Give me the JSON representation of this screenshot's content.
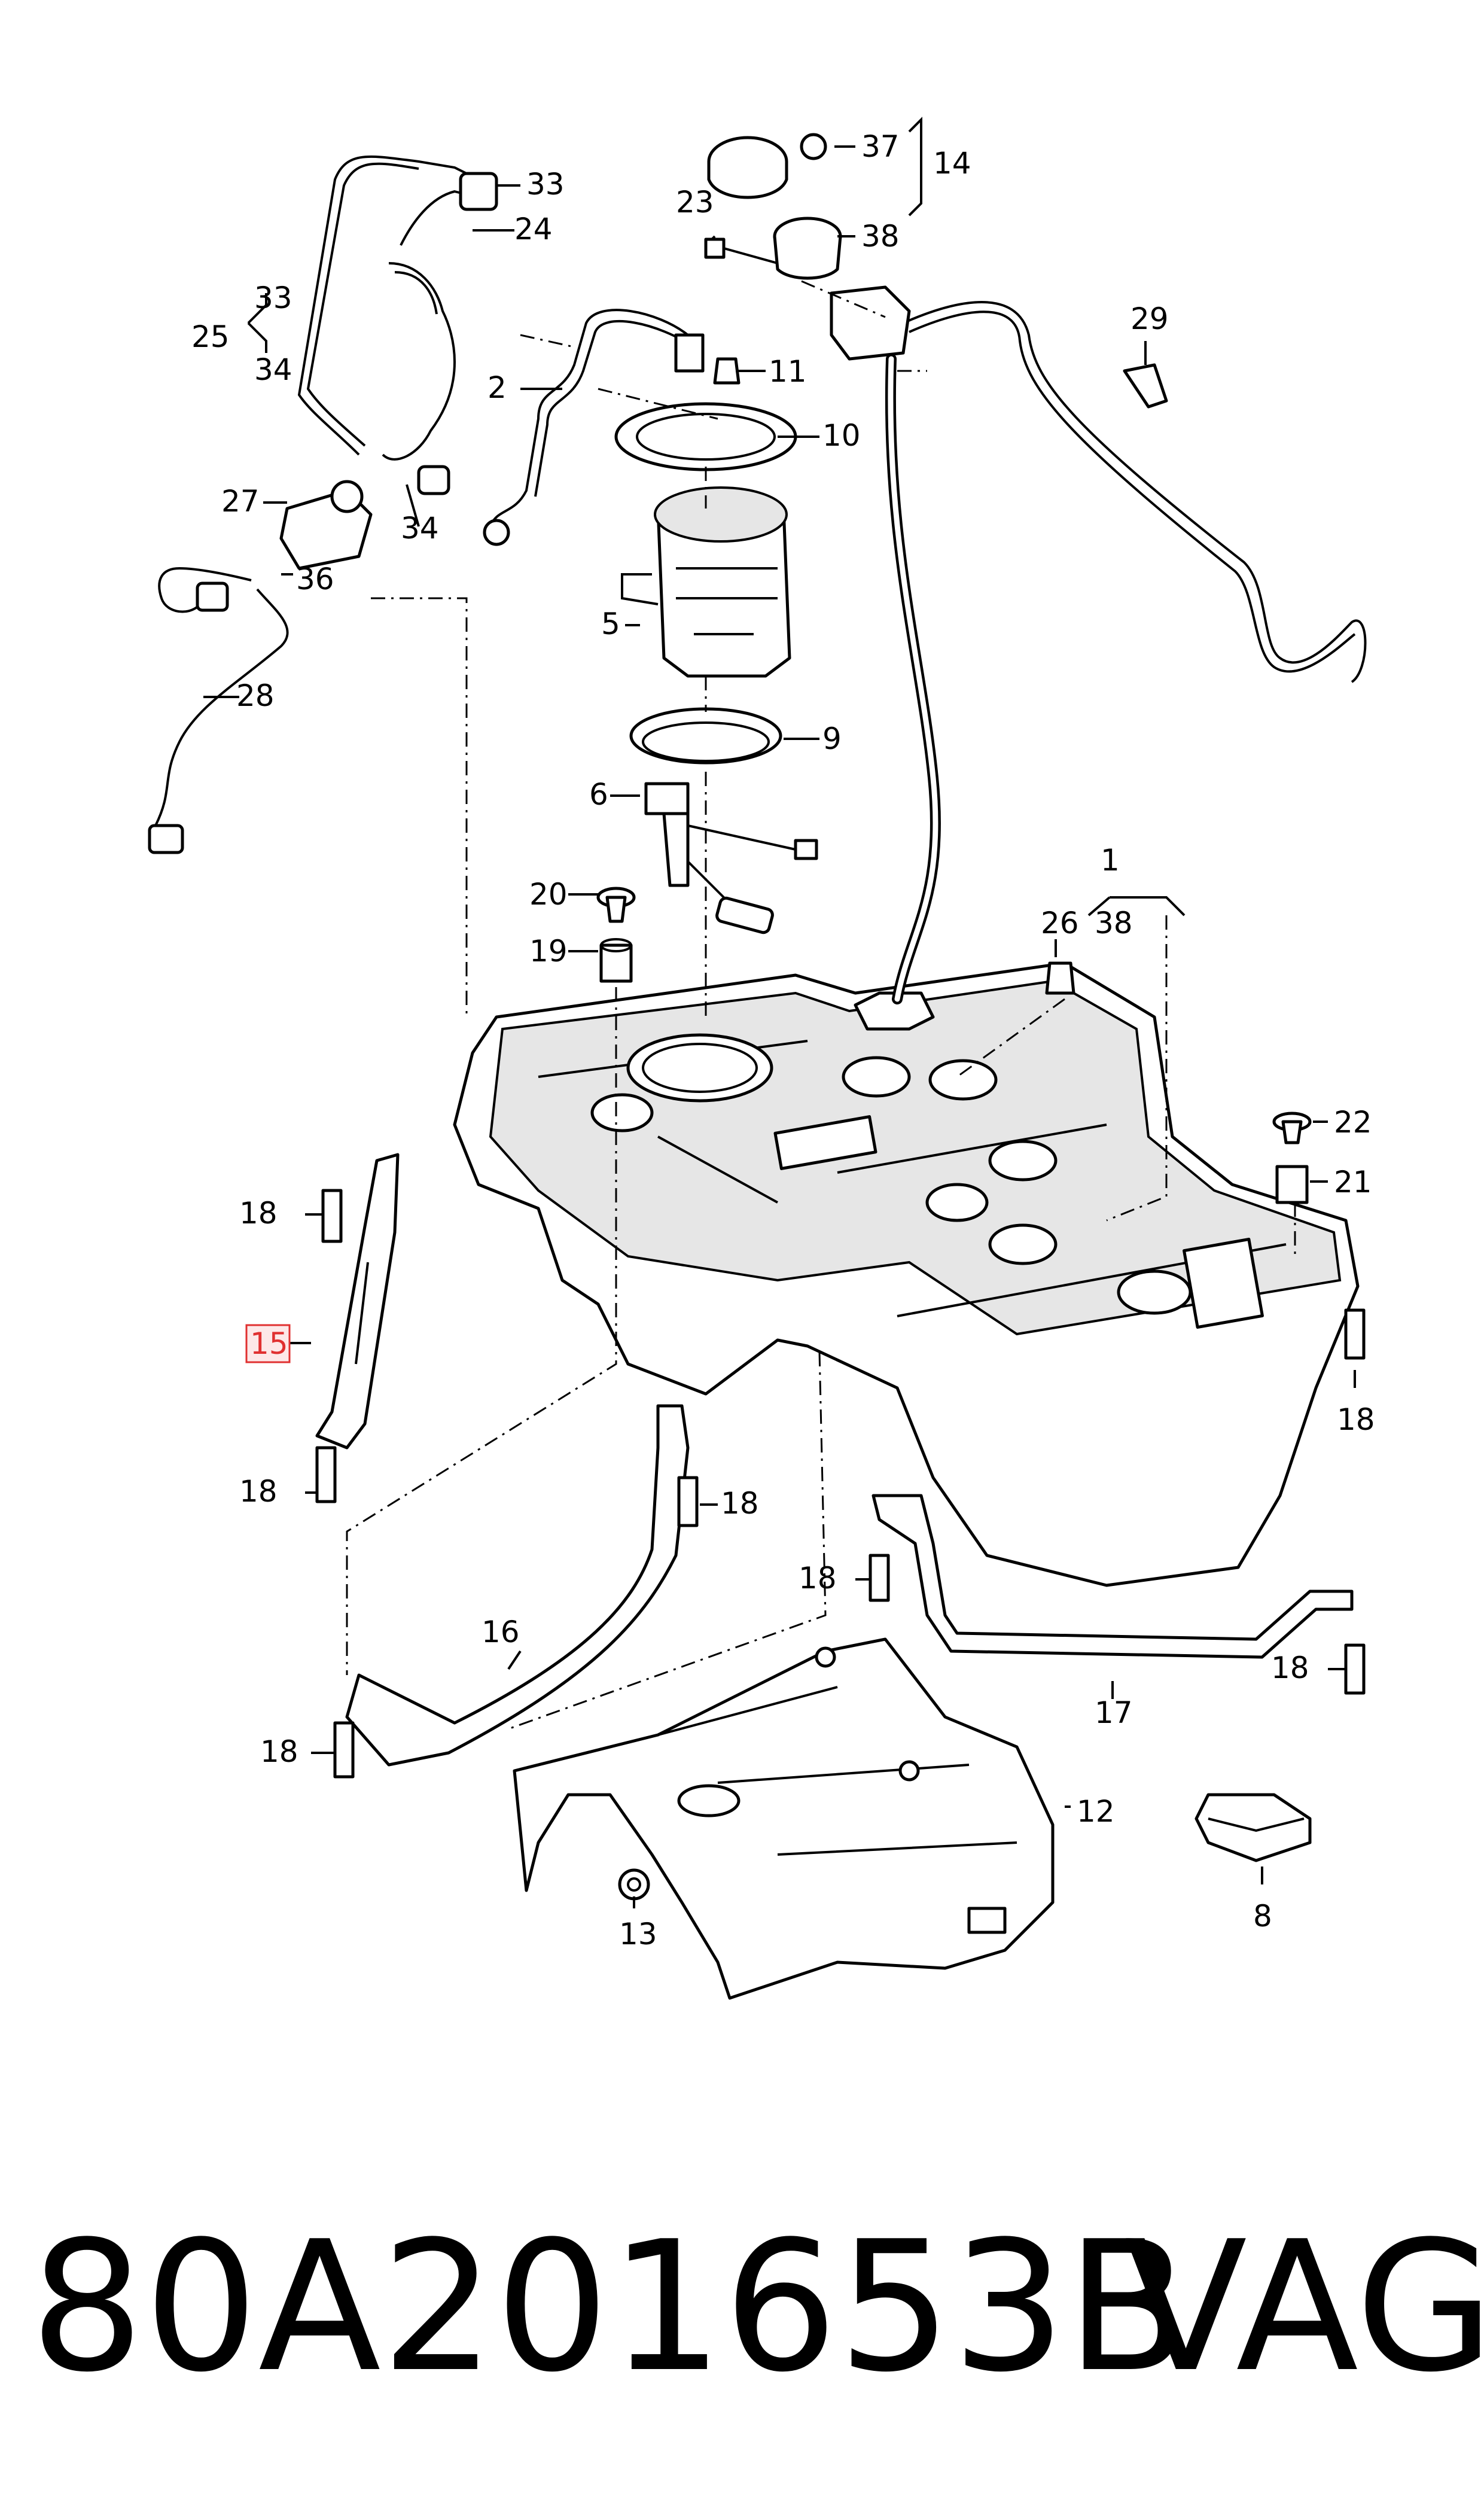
{
  "labels": [
    {
      "id": "l33a",
      "text": "33"
    },
    {
      "id": "l24",
      "text": "24"
    },
    {
      "id": "l33b",
      "text": "33"
    },
    {
      "id": "l25",
      "text": "25"
    },
    {
      "id": "l34a",
      "text": "34"
    },
    {
      "id": "l27",
      "text": "27"
    },
    {
      "id": "l34b",
      "text": "34"
    },
    {
      "id": "l36",
      "text": "36"
    },
    {
      "id": "l28",
      "text": "28"
    },
    {
      "id": "l2",
      "text": "2"
    },
    {
      "id": "l11",
      "text": "11"
    },
    {
      "id": "l10",
      "text": "10"
    },
    {
      "id": "l5",
      "text": "5"
    },
    {
      "id": "l9",
      "text": "9"
    },
    {
      "id": "l6",
      "text": "6"
    },
    {
      "id": "l20",
      "text": "20"
    },
    {
      "id": "l19",
      "text": "19"
    },
    {
      "id": "l23",
      "text": "23"
    },
    {
      "id": "l37",
      "text": "37"
    },
    {
      "id": "l14",
      "text": "14"
    },
    {
      "id": "l38a",
      "text": "38"
    },
    {
      "id": "l29",
      "text": "29"
    },
    {
      "id": "l1",
      "text": "1"
    },
    {
      "id": "l26",
      "text": "26"
    },
    {
      "id": "l38b",
      "text": "38"
    },
    {
      "id": "l22",
      "text": "22"
    },
    {
      "id": "l21",
      "text": "21"
    },
    {
      "id": "l18a",
      "text": "18"
    },
    {
      "id": "l15",
      "text": "15"
    },
    {
      "id": "l18b",
      "text": "18"
    },
    {
      "id": "l18c",
      "text": "18"
    },
    {
      "id": "l18d",
      "text": "18"
    },
    {
      "id": "l18e",
      "text": "18"
    },
    {
      "id": "l18f",
      "text": "18"
    },
    {
      "id": "l18g",
      "text": "18"
    },
    {
      "id": "l16",
      "text": "16"
    },
    {
      "id": "l17",
      "text": "17"
    },
    {
      "id": "l12",
      "text": "12"
    },
    {
      "id": "l13",
      "text": "13"
    },
    {
      "id": "l8",
      "text": "8"
    }
  ],
  "part_number": "80A201653B",
  "brand": "VAG",
  "highlight_color": "#e03030"
}
